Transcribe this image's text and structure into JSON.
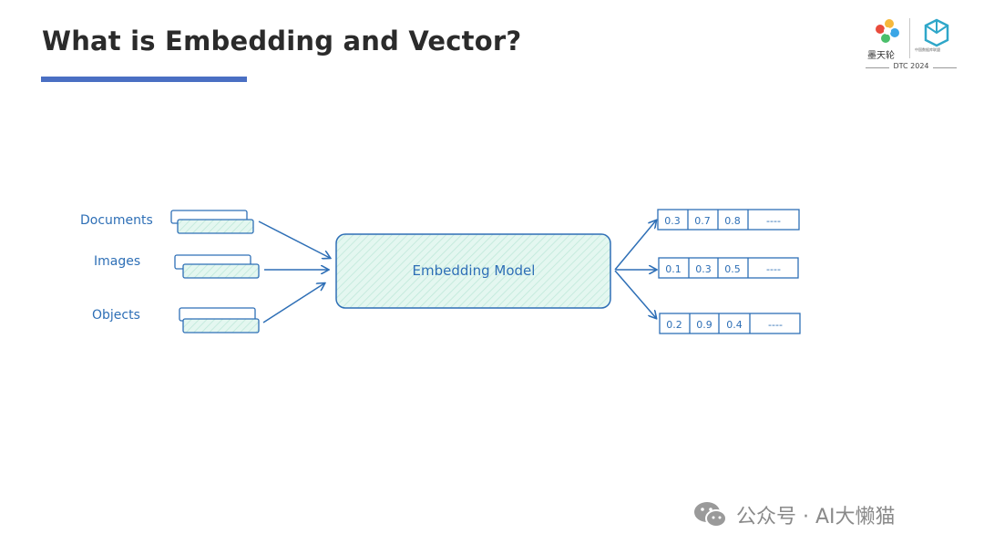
{
  "slide": {
    "title": "What is Embedding and Vector?",
    "accent_color": "#4a6fc3"
  },
  "logo": {
    "org_name": "墨天轮",
    "partner_name": "中国数据库联盟",
    "event": "DTC 2024"
  },
  "diagram": {
    "inputs": [
      "Documents",
      "Images",
      "Objects"
    ],
    "model_label": "Embedding Model",
    "vectors": [
      [
        "0.3",
        "0.7",
        "0.8",
        "----"
      ],
      [
        "0.1",
        "0.3",
        "0.5",
        "----"
      ],
      [
        "0.2",
        "0.9",
        "0.4",
        "----"
      ]
    ],
    "stroke_color": "#2e6fb6",
    "fill_color": "#d8f3ea"
  },
  "watermark": {
    "text": "公众号 · AI大懒猫",
    "icon": "wechat-icon"
  }
}
